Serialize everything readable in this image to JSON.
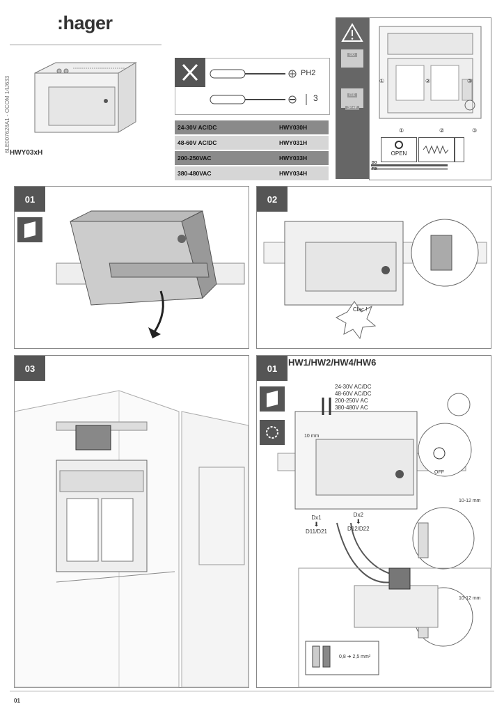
{
  "brand": {
    "logo_text": ":hager"
  },
  "doc_code": "6LE007628A1 - OCOM 14J633",
  "product": {
    "name": "HWY03xH"
  },
  "tools": {
    "screwdriver_1": "PH2",
    "screwdriver_2_size": "3"
  },
  "voltage_table": [
    {
      "range": "24-30V AC/DC",
      "ref": "HWY030H"
    },
    {
      "range": "48-60V AC/DC",
      "ref": "HWY031H"
    },
    {
      "range": "200-250VAC",
      "ref": "HWY033H"
    },
    {
      "range": "380-480VAC",
      "ref": "HWY034H"
    }
  ],
  "warning": {
    "labels": [
      "DO",
      "FIX",
      "3P-4P"
    ],
    "steps": [
      "①",
      "②",
      "③"
    ],
    "open_label": "OPEN",
    "legend": [
      "DO",
      "FIX"
    ]
  },
  "steps": {
    "s1": "01",
    "s2": "02",
    "s3": "03",
    "s4": "01"
  },
  "clac_label": "Clac !",
  "wiring": {
    "title": "HW1/HW2/HW4/HW6",
    "voltages": [
      "24-30V AC/DC",
      "48-60V AC/DC",
      "200-250V AC",
      "380-480V AC"
    ],
    "dx1": "Dx1",
    "dx1_terminals": "D11/D21",
    "dx2": "Dx2",
    "dx2_terminals": "D12/D22",
    "strip_length": "10 mm",
    "strip_length_2": "10-12 mm",
    "wire_section": "0,8 ➜ 2,5 mm²",
    "off_label": "OFF"
  },
  "page": {
    "number": "01"
  }
}
